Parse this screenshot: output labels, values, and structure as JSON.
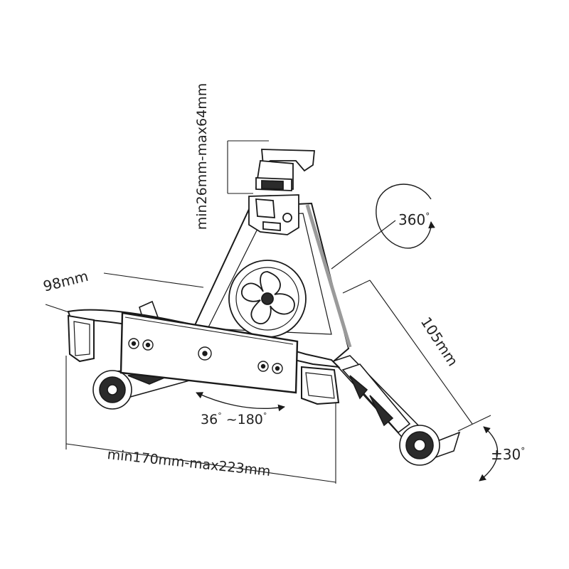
{
  "dimensions": {
    "clamp_range": "min26mm-max64mm",
    "depth": "98mm",
    "rotation": "360",
    "rotation_unit": "°",
    "arm_length": "105mm",
    "tilt": "±30",
    "tilt_unit": "°",
    "swing_min": "36",
    "swing_max": "~180",
    "swing_unit": "°",
    "width_range": "min170mm-max223mm"
  },
  "colors": {
    "line": "#1a1a1a",
    "body_fill": "#ffffff",
    "shade": "#9a9a9a",
    "dark": "#2b2b2b"
  }
}
